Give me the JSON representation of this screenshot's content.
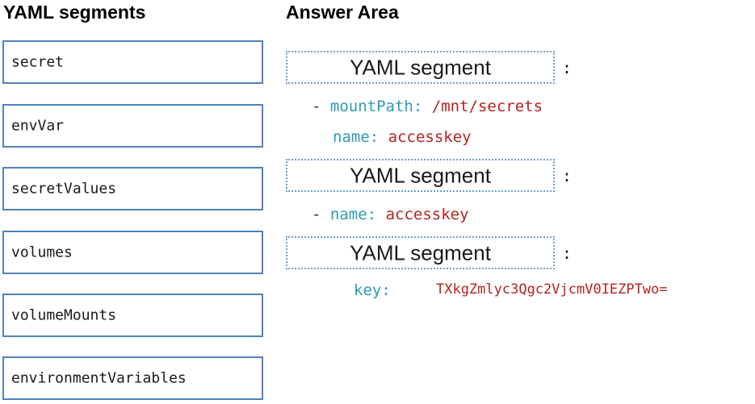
{
  "headings": {
    "segments": "YAML segments",
    "answer_area": "Answer Area"
  },
  "segments": [
    "secret",
    "envVar",
    "secretValues",
    "volumes",
    "volumeMounts",
    "environmentVariables"
  ],
  "answer_area": {
    "drop_zones": [
      {
        "placeholder": "YAML segment",
        "colon": ":"
      },
      {
        "placeholder": "YAML segment",
        "colon": ":"
      },
      {
        "placeholder": "YAML segment",
        "colon": ":"
      }
    ],
    "code": {
      "line1": {
        "dash": "-",
        "key": "mountPath:",
        "value": "/mnt/secrets"
      },
      "line2": {
        "key": "name:",
        "value": "accesskey"
      },
      "line3": {
        "dash": "-",
        "key": "name:",
        "value": "accesskey"
      },
      "line4": {
        "key": "key:",
        "value": "TXkgZmlyc3Qgc2VjcmV0IEZPTwo="
      }
    }
  },
  "colors": {
    "segment_border": "#4f81bd",
    "drop_zone_border": "#6d9ecf",
    "yaml_key": "#2e9bb5",
    "yaml_value": "#b5221f"
  }
}
